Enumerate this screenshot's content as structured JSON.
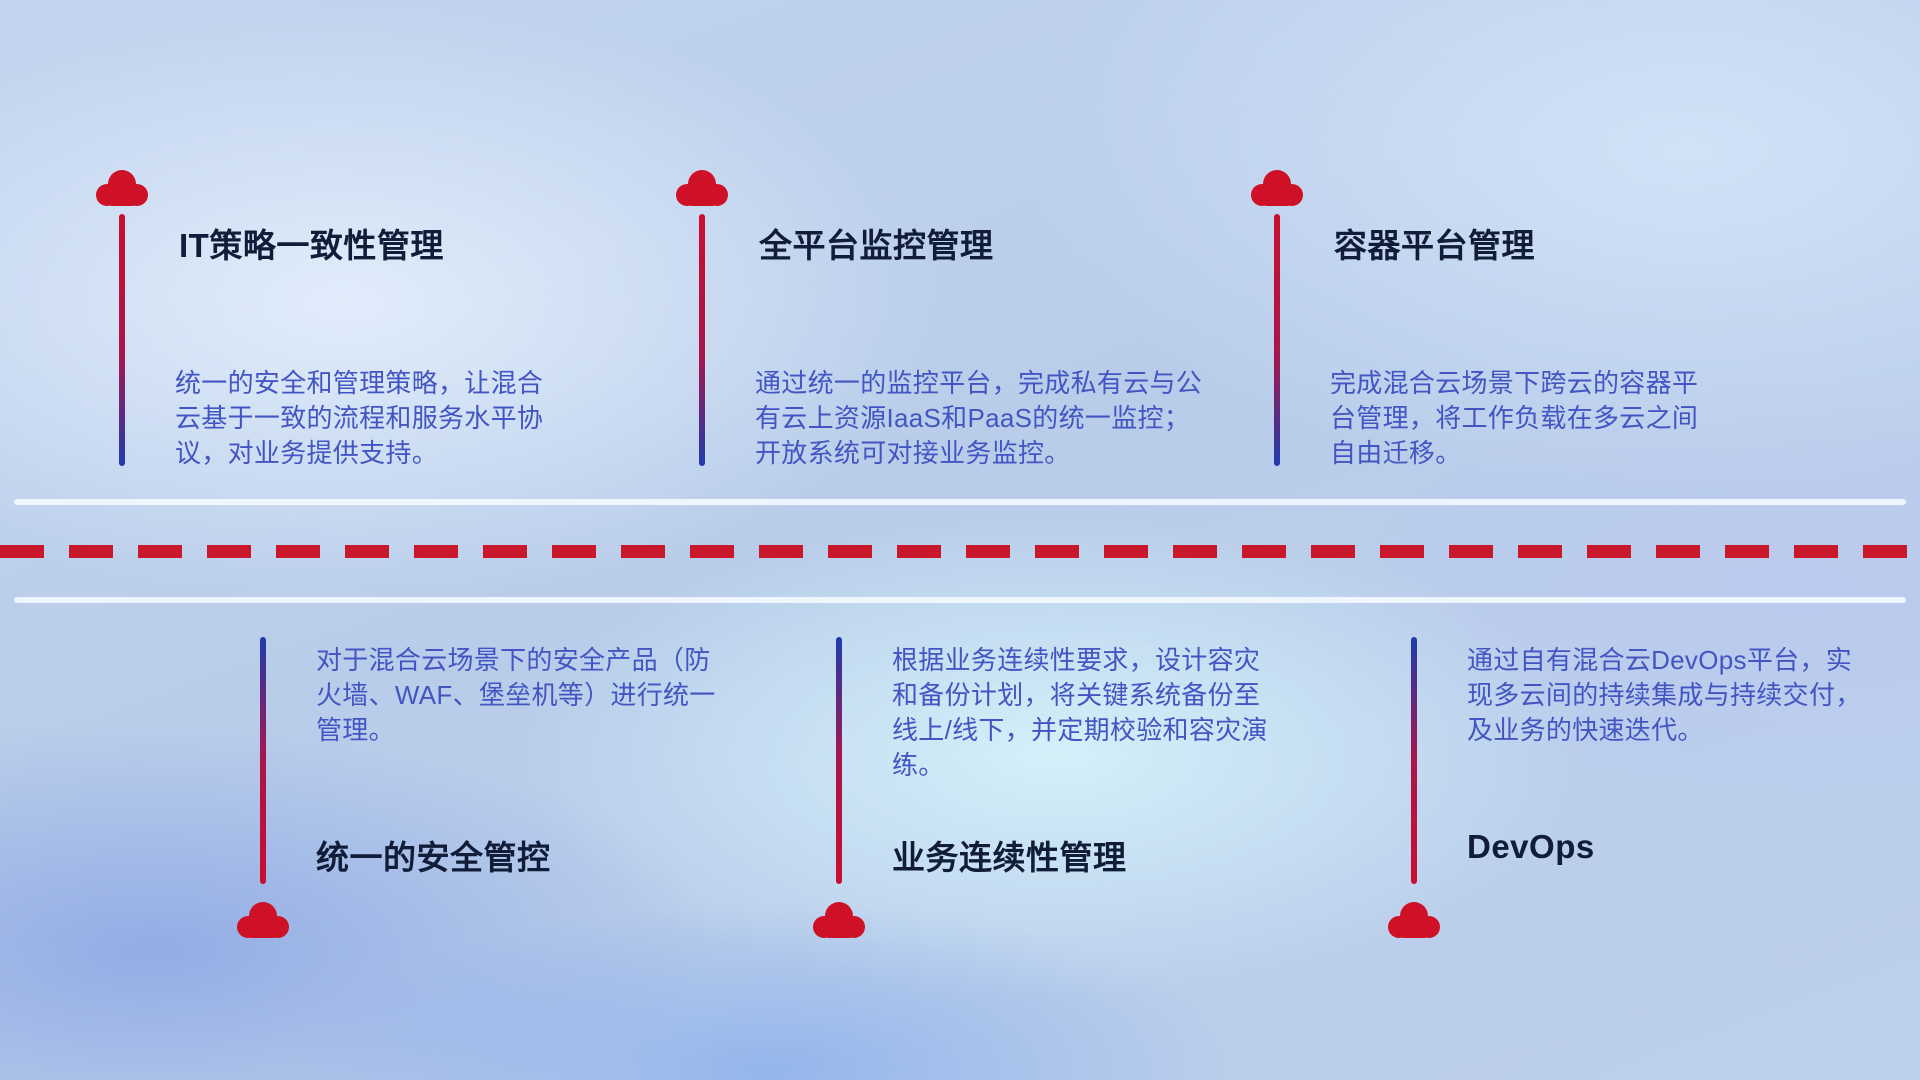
{
  "colors": {
    "cloud_red": "#ce1126",
    "bar_red": "#cb0e2f",
    "bar_blue": "#1e3cad",
    "dash_red": "#c9182b",
    "divider_white": "#f3f8fd",
    "title_text": "#101c38",
    "description_text": "#4355c2",
    "background_blue": "#bccfec"
  },
  "top_items": [
    {
      "title": "IT策略一致性管理",
      "description": "统一的安全和管理策略，让混合云基于一致的流程和服务水平协议，对业务提供支持。"
    },
    {
      "title": "全平台监控管理",
      "description": "通过统一的监控平台，完成私有云与公有云上资源IaaS和PaaS的统一监控；开放系统可对接业务监控。"
    },
    {
      "title": "容器平台管理",
      "description": "完成混合云场景下跨云的容器平台管理，将工作负载在多云之间自由迁移。"
    }
  ],
  "bottom_items": [
    {
      "title": "统一的安全管控",
      "description": "对于混合云场景下的安全产品（防火墙、WAF、堡垒机等）进行统一管理。"
    },
    {
      "title": "业务连续性管理",
      "description": "根据业务连续性要求，设计容灾和备份计划，将关键系统备份至线上/线下，并定期校验和容灾演练。"
    },
    {
      "title": "DevOps",
      "description": "通过自有混合云DevOps平台，实现多云间的持续集成与持续交付，及业务的快速迭代。"
    }
  ]
}
